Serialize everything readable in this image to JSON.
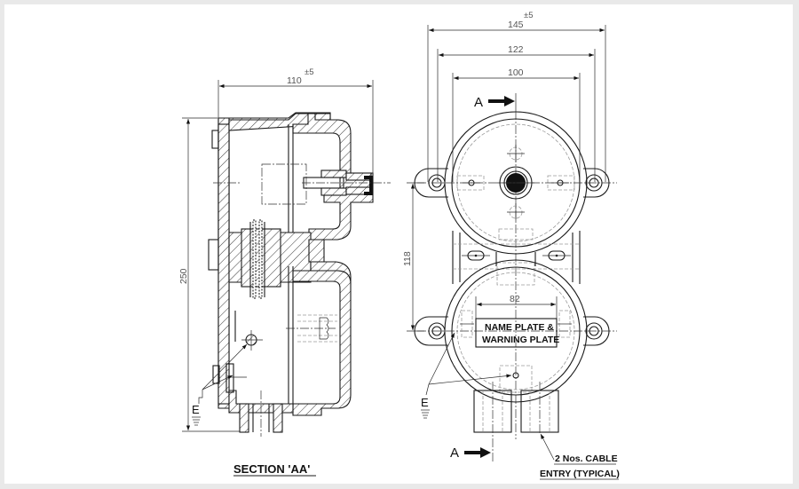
{
  "drawing": {
    "section_title": "SECTION 'AA'",
    "section_marker": "A",
    "earth_label": "E",
    "nameplate": {
      "line1": "NAME PLATE &",
      "line2": "WARNING PLATE"
    },
    "cable_entry": {
      "line1": "2 Nos. CABLE",
      "line2": "ENTRY (TYPICAL)"
    }
  },
  "dimensions": {
    "section_width": "110",
    "section_width_tol": "±5",
    "section_height": "250",
    "overall_width": "145",
    "overall_width_tol": "±5",
    "lug_spacing": "122",
    "body_width": "100",
    "mount_spacing_vertical": "118",
    "nameplate_width": "82"
  },
  "colors": {
    "frame": "#e9e9e9",
    "background": "#ffffff",
    "line": "#1a1a1a",
    "hidden_line": "#9a9a9a",
    "dimension_text": "#555555"
  }
}
